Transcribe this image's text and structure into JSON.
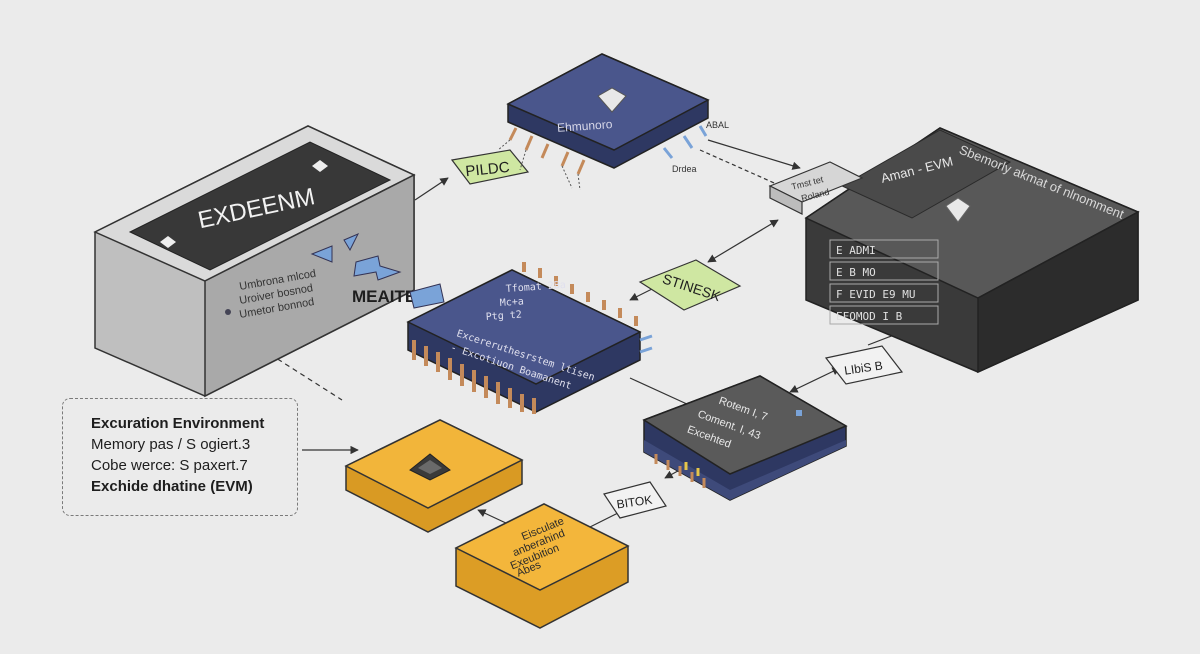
{
  "exec_module": {
    "title": "EXDEENM",
    "lines": [
      "Umbrona mlcod",
      "Uroiver bosnod",
      "Umetor bonnod"
    ]
  },
  "top_chip": {
    "label": "Ehmunoro"
  },
  "main_chip": {
    "lines": [
      "Tfomat 2Ba",
      "Mc+a",
      "Ptg t2",
      "Excereruthesrstem ltisen",
      "- Excotiuon Boamanent"
    ]
  },
  "right_block": {
    "header": "Aman - EVM",
    "header2": "Sbemorly akmat of nlnomment",
    "rows": [
      "E ADMI",
      "E B MO",
      "F EVID E9 MU",
      "EFOMOD I B"
    ],
    "connector": [
      "Tmst tet",
      "Roland"
    ]
  },
  "right_chip": {
    "lines": [
      "Rotem I, 7",
      "Coment. I, 43",
      "Excehted"
    ]
  },
  "tags": {
    "pildc": "PILDC",
    "stinesk": "STINESK",
    "meaite": "MEAITE",
    "libis": "LIbiS B",
    "bitok": "BITOK",
    "pin_a": "ABAL",
    "pin_b": "Drdea"
  },
  "orange_bottom": {
    "lines": [
      "Eisculate",
      "anberahind",
      "Exeubition",
      "Abes"
    ]
  },
  "callout": {
    "title": "Excuration Environment",
    "line1": "Memory pas / S ogiert.3",
    "line2": "Cobe werce: S paxert.7",
    "line3": "Exchide dhatine (EVM)"
  },
  "colors": {
    "background": "#ebebeb",
    "navy": "#3e4a7a",
    "dark_gray": "#3a3a3a",
    "light_gray": "#bdbdbd",
    "orange": "#f0b132",
    "green_tag": "#cfe7a2",
    "pin_copper": "#c48a5a",
    "blue_accent": "#7aa3d8"
  }
}
